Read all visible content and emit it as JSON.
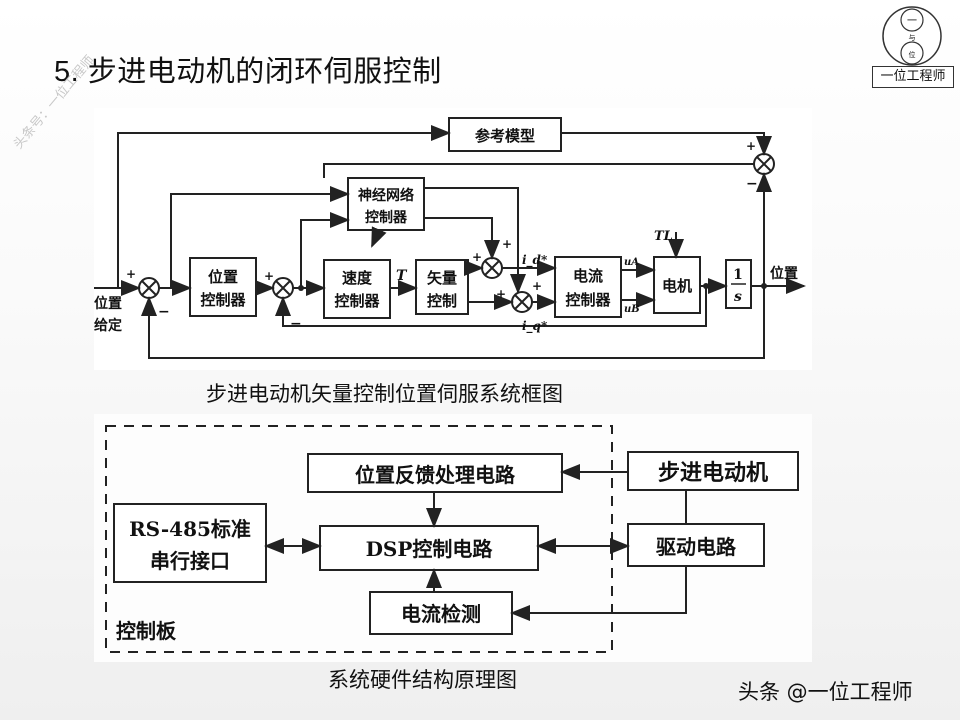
{
  "slide": {
    "title": "5. 步进电动机的闭环伺服控制",
    "watermark": "头条号：一位工程师",
    "logo": {
      "top_char": "一",
      "mid_char": "与",
      "bottom_char": "位",
      "label": "一位工程师"
    },
    "credit": "头条 @一位工程师"
  },
  "diagram1": {
    "caption": "步进电动机矢量控制位置伺服系统框图",
    "blocks": {
      "reference_model": "参考模型",
      "nn_controller_l1": "神经网络",
      "nn_controller_l2": "控制器",
      "position_ctrl_l1": "位置",
      "position_ctrl_l2": "控制器",
      "speed_ctrl_l1": "速度",
      "speed_ctrl_l2": "控制器",
      "vector_ctrl_l1": "矢量",
      "vector_ctrl_l2": "控制",
      "current_ctrl_l1": "电流",
      "current_ctrl_l2": "控制器",
      "motor": "电机",
      "integrator_num": "1",
      "integrator_den": "s"
    },
    "labels": {
      "input_l1": "位置",
      "input_l2": "给定",
      "output": "位置",
      "torque": "T",
      "load_torque": "TL",
      "id_ref": "i_d*",
      "iq_ref": "i_q*",
      "ua": "uA",
      "ub": "uB",
      "plus": "+",
      "minus": "−"
    }
  },
  "diagram2": {
    "caption": "系统硬件结构原理图",
    "blocks": {
      "rs485_l1": "RS-485标准",
      "rs485_l2": "串行接口",
      "pos_feedback": "位置反馈处理电路",
      "dsp": "DSP控制电路",
      "current_detect": "电流检测",
      "stepper_motor": "步进电动机",
      "driver": "驱动电路",
      "control_board": "控制板"
    }
  }
}
